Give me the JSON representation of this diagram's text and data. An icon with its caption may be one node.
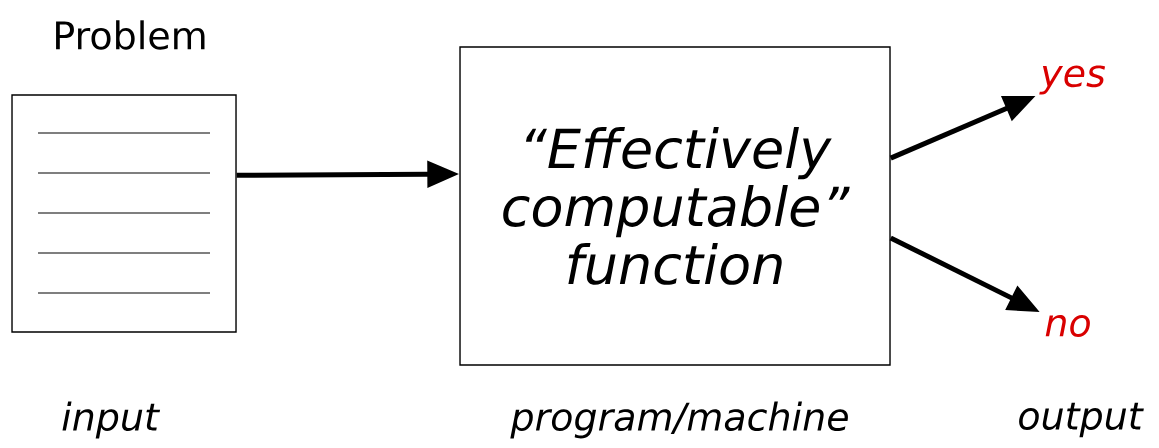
{
  "diagram": {
    "nodes": [
      {
        "text": [
          "Problem"
        ]
      },
      {
        "text": [
          "“Effectively computable” function"
        ]
      },
      {
        "text": [
          "yes"
        ]
      },
      {
        "text": [
          "no"
        ]
      }
    ],
    "edges": [
      {
        "from": 0,
        "to": 1,
        "arrow": "to"
      },
      {
        "from": 1,
        "to": 2,
        "arrow": "to"
      },
      {
        "from": 1,
        "to": 3,
        "arrow": "to"
      }
    ],
    "labels": [
      "input",
      "program/machine",
      "output"
    ]
  }
}
